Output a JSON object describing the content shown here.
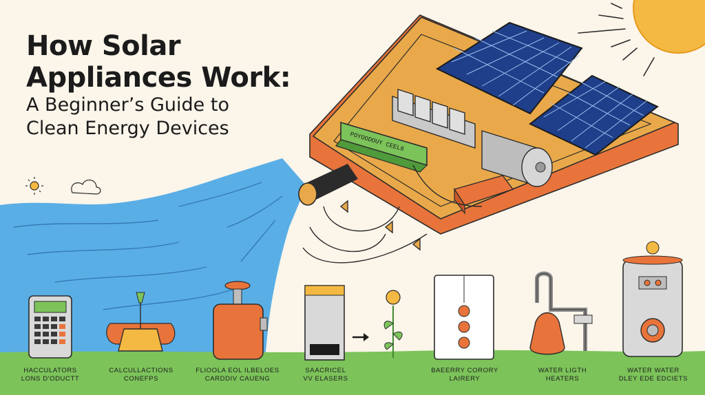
{
  "title": {
    "line1": "How Solar",
    "line2": "Appliances Work:",
    "line3": "A Beginner’s Guide to",
    "line4": "Clean Energy Devices"
  },
  "battery_label": "POYOODOUY CEEL8",
  "appliances": [
    {
      "icon": "calculator-icon",
      "line1": "HACCULATORS",
      "line2": "LONS D'ODUCTT"
    },
    {
      "icon": "lantern-icon",
      "line1": "CALCULLACTIONS",
      "line2": "CONEFPS"
    },
    {
      "icon": "solar-pump-icon",
      "line1": "FLIOOLA EOL ILBELOES",
      "line2": "CARDDIV CAUENG"
    },
    {
      "icon": "battery-pack-icon",
      "line1": "SAACRICEL",
      "line2": "VV ELASERS"
    },
    {
      "icon": "fridge-icon",
      "line1": "BAEERRY CORORY",
      "line2": "LAIRERY"
    },
    {
      "icon": "water-heater-tap-icon",
      "line1": "WATER LIGTH",
      "line2": "HEATERS"
    },
    {
      "icon": "water-heater-icon",
      "line1": "WATER WATER",
      "line2": "DLEY EDE EDCIETS"
    }
  ],
  "colors": {
    "background": "#fbf5ea",
    "panel": "#1f3f8a",
    "board": "#e9a94a",
    "board_edge": "#e8743b",
    "accent_orange": "#e8743b",
    "green": "#7cc35a",
    "water": "#5aaee6",
    "sun": "#f4b942"
  }
}
